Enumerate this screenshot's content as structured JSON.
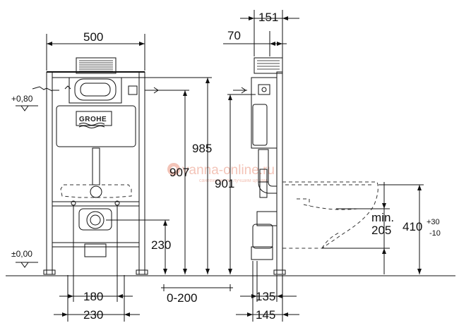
{
  "front_view": {
    "width_dim": "500",
    "height_985": "985",
    "height_907": "907",
    "height_230": "230",
    "bottom_180": "180",
    "bottom_230": "230",
    "range_0_200": "0-200",
    "level_top": "+0,80",
    "level_floor": "±0,00",
    "brand": "GROHE"
  },
  "side_view": {
    "top_151": "151",
    "top_70": "70",
    "height_901": "901",
    "min_label": "min.",
    "min_value": "205",
    "height_410": "410",
    "tol_plus": "+30",
    "tol_minus": "-10",
    "bottom_135": "135",
    "bottom_145": "145"
  },
  "watermark": {
    "main": "vanna-online.ru",
    "sub": "сантехника по лучшим ценам"
  }
}
